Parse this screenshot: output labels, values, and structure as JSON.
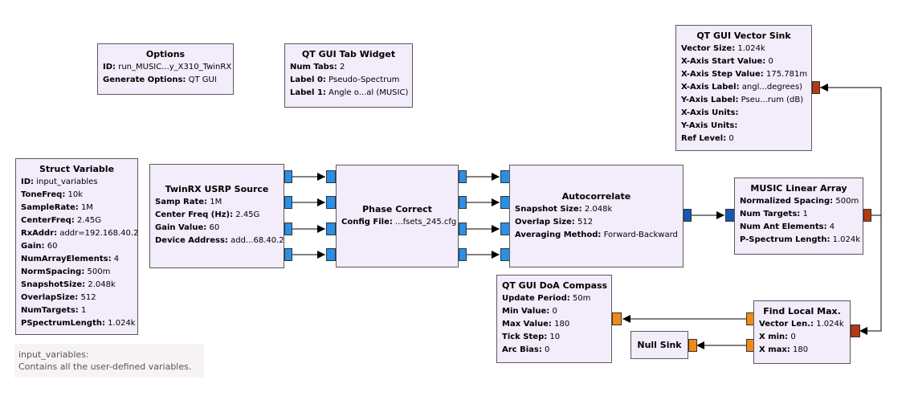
{
  "blocks": {
    "options": {
      "title": "Options",
      "rows": [
        {
          "k": "ID:",
          "v": "run_MUSIC...y_X310_TwinRX"
        },
        {
          "k": "Generate Options:",
          "v": "QT GUI"
        }
      ]
    },
    "tab_widget": {
      "title": "QT GUI Tab Widget",
      "rows": [
        {
          "k": "Num Tabs:",
          "v": "2"
        },
        {
          "k": "Label 0:",
          "v": "Pseudo-Spectrum"
        },
        {
          "k": "Label 1:",
          "v": "Angle o...al (MUSIC)"
        }
      ]
    },
    "vector_sink": {
      "title": "QT GUI Vector Sink",
      "rows": [
        {
          "k": "Vector Size:",
          "v": "1.024k"
        },
        {
          "k": "X-Axis Start Value:",
          "v": "0"
        },
        {
          "k": "X-Axis Step Value:",
          "v": "175.781m"
        },
        {
          "k": "X-Axis Label:",
          "v": "angl...degrees)"
        },
        {
          "k": "Y-Axis Label:",
          "v": "Pseu...rum (dB)"
        },
        {
          "k": "X-Axis Units:",
          "v": ""
        },
        {
          "k": "Y-Axis Units:",
          "v": ""
        },
        {
          "k": "Ref Level:",
          "v": "0"
        }
      ]
    },
    "struct_var": {
      "title": "Struct Variable",
      "rows": [
        {
          "k": "ID:",
          "v": "input_variables"
        },
        {
          "k": "ToneFreq:",
          "v": "10k"
        },
        {
          "k": "SampleRate:",
          "v": "1M"
        },
        {
          "k": "CenterFreq:",
          "v": "2.45G"
        },
        {
          "k": "RxAddr:",
          "v": "addr=192.168.40.2"
        },
        {
          "k": "Gain:",
          "v": "60"
        },
        {
          "k": "NumArrayElements:",
          "v": "4"
        },
        {
          "k": "NormSpacing:",
          "v": "500m"
        },
        {
          "k": "SnapshotSize:",
          "v": "2.048k"
        },
        {
          "k": "OverlapSize:",
          "v": "512"
        },
        {
          "k": "NumTargets:",
          "v": "1"
        },
        {
          "k": "PSpectrumLength:",
          "v": "1.024k"
        }
      ]
    },
    "usrp": {
      "title": "TwinRX USRP Source",
      "rows": [
        {
          "k": "Samp Rate:",
          "v": "1M"
        },
        {
          "k": "Center Freq (Hz):",
          "v": "2.45G"
        },
        {
          "k": "Gain Value:",
          "v": "60"
        },
        {
          "k": "Device Address:",
          "v": "add...68.40.2"
        }
      ]
    },
    "phase": {
      "title": "Phase Correct",
      "rows": [
        {
          "k": "Config File:",
          "v": "...fsets_245.cfg"
        }
      ]
    },
    "autocorr": {
      "title": "Autocorrelate",
      "rows": [
        {
          "k": "Snapshot Size:",
          "v": "2.048k"
        },
        {
          "k": "Overlap Size:",
          "v": "512"
        },
        {
          "k": "Averaging Method:",
          "v": "Forward-Backward"
        }
      ]
    },
    "music": {
      "title": "MUSIC Linear Array",
      "rows": [
        {
          "k": "Normalized Spacing:",
          "v": "500m"
        },
        {
          "k": "Num Targets:",
          "v": "1"
        },
        {
          "k": "Num Ant Elements:",
          "v": "4"
        },
        {
          "k": "P-Spectrum Length:",
          "v": "1.024k"
        }
      ]
    },
    "compass": {
      "title": "QT GUI DoA Compass",
      "rows": [
        {
          "k": "Update Period:",
          "v": "50m"
        },
        {
          "k": "Min Value:",
          "v": "0"
        },
        {
          "k": "Max Value:",
          "v": "180"
        },
        {
          "k": "Tick Step:",
          "v": "10"
        },
        {
          "k": "Arc Bias:",
          "v": "0"
        }
      ]
    },
    "findmax": {
      "title": "Find Local Max.",
      "rows": [
        {
          "k": "Vector Len.:",
          "v": "1.024k"
        },
        {
          "k": "X min:",
          "v": "0"
        },
        {
          "k": "X max:",
          "v": "180"
        }
      ]
    },
    "nullsink": {
      "title": "Null Sink",
      "rows": []
    }
  },
  "comment": "input_variables:\nContains all the user-defined variables.",
  "colors": {
    "block_bg": "#f2ecfb",
    "port_complex": "#2a8fe6",
    "port_float": "#ef8b14",
    "port_vector_float": "#b33a13",
    "port_vector_complex": "#1459b5"
  }
}
